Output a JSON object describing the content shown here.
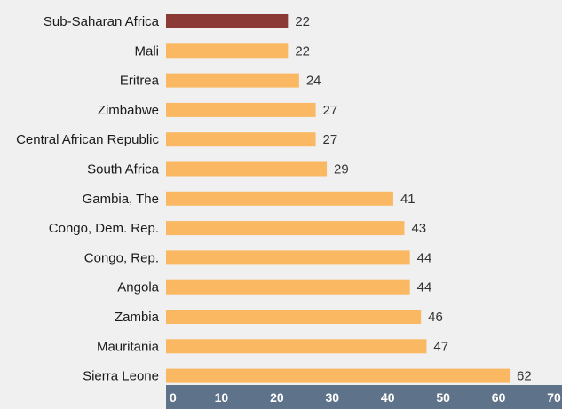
{
  "chart_data": {
    "type": "bar",
    "orientation": "horizontal",
    "categories": [
      "Sub-Saharan Africa",
      "Mali",
      "Eritrea",
      "Zimbabwe",
      "Central African Republic",
      "South Africa",
      "Gambia, The",
      "Congo, Dem. Rep.",
      "Congo, Rep.",
      "Angola",
      "Zambia",
      "Mauritania",
      "Sierra Leone"
    ],
    "values": [
      22,
      22,
      24,
      27,
      27,
      29,
      41,
      43,
      44,
      44,
      46,
      47,
      62
    ],
    "value_labels": [
      "22",
      "22",
      "24",
      "27",
      "27",
      "29",
      "41",
      "43",
      "44",
      "44",
      "46",
      "47",
      "62"
    ],
    "highlight_index": 0,
    "xlim": [
      0,
      70
    ],
    "xticks": [
      0,
      10,
      20,
      30,
      40,
      50,
      60,
      70
    ],
    "xtick_labels": [
      "0",
      "10",
      "20",
      "30",
      "40",
      "50",
      "60",
      "70"
    ],
    "grid": false,
    "legend": "none",
    "colors": {
      "background": "#f0f0f0",
      "bar": "#fbb862",
      "highlight_bar": "#8b3a36",
      "axis_band": "#5e7389",
      "tick_text": "#ffffff",
      "category_text": "#1a1a1a",
      "value_text": "#333333"
    }
  }
}
